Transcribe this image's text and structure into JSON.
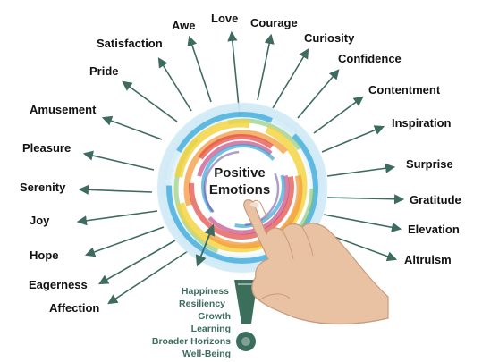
{
  "center": {
    "line1": "Positive",
    "line2": "Emotions"
  },
  "emotions": [
    "Love",
    "Courage",
    "Curiosity",
    "Confidence",
    "Contentment",
    "Inspiration",
    "Surprise",
    "Gratitude",
    "Elevation",
    "Altruism",
    "Awe",
    "Satisfaction",
    "Pride",
    "Amusement",
    "Pleasure",
    "Serenity",
    "Joy",
    "Hope",
    "Eagerness",
    "Affection"
  ],
  "outcomes": [
    "Happiness",
    "Resiliency",
    "Growth",
    "Learning",
    "Broader Horizons",
    "Well-Being"
  ],
  "colors": {
    "arrow": "#3d6b5f",
    "outcome_text": "#3c6e5c",
    "exclamation": "#3c6e5c",
    "ring_outer_glow": "#d6eef7",
    "ring_blue": "#35a7d8",
    "ring_yellow": "#f4d23a",
    "ring_orange": "#f39a3c",
    "ring_red": "#e2463f",
    "ring_magenta": "#c23d7a",
    "ring_green": "#7fc35a",
    "ring_purple": "#6c4aa0",
    "skin": "#e9c2a4"
  }
}
